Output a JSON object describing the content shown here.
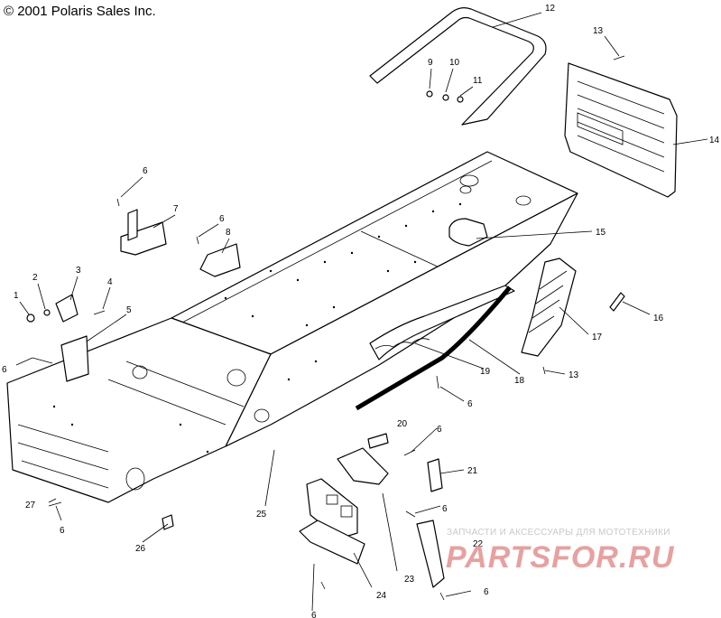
{
  "copyright": "© 2001 Polaris Sales Inc.",
  "watermark": {
    "line": "ЗАПЧАСТИ И АКСЕССУАРЫ ДЛЯ МОТОТЕХНИКИ",
    "logo": "PARTSFOR.RU"
  },
  "callouts": {
    "c1": "1",
    "c2": "2",
    "c3": "3",
    "c4": "4",
    "c5": "5",
    "c6a": "6",
    "c6b": "6",
    "c6c": "6",
    "c6d": "6",
    "c6e": "6",
    "c6f": "6",
    "c6g": "6",
    "c6h": "6",
    "c6i": "6",
    "c7": "7",
    "c8": "8",
    "c9": "9",
    "c10": "10",
    "c11": "11",
    "c12": "12",
    "c13a": "13",
    "c13b": "13",
    "c14": "14",
    "c15": "15",
    "c16": "16",
    "c17": "17",
    "c18": "18",
    "c19": "19",
    "c20": "20",
    "c21": "21",
    "c22": "22",
    "c23": "23",
    "c24": "24",
    "c25": "25",
    "c26": "26",
    "c27": "27"
  }
}
